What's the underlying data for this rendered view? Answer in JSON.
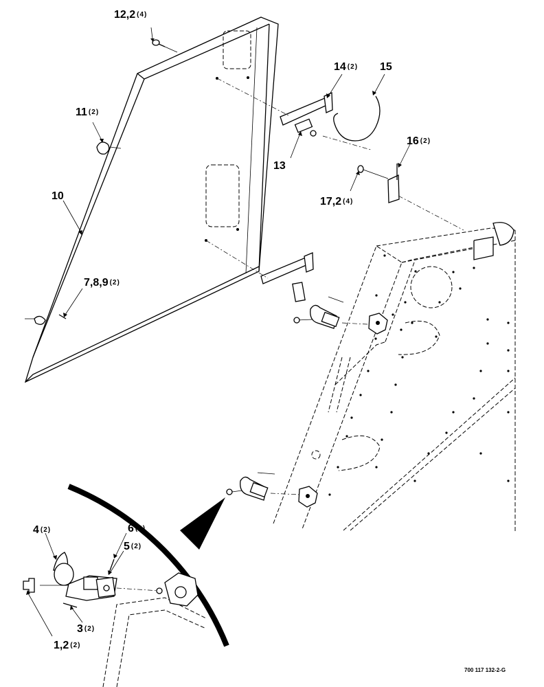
{
  "callouts": {
    "c12": {
      "num": "12,2",
      "qty": "(4)"
    },
    "c14": {
      "num": "14",
      "qty": "(2)"
    },
    "c15": {
      "num": "15",
      "qty": ""
    },
    "c11": {
      "num": "11",
      "qty": "(2)"
    },
    "c13": {
      "num": "13",
      "qty": ""
    },
    "c16": {
      "num": "16",
      "qty": "(2)"
    },
    "c17": {
      "num": "17,2",
      "qty": "(4)"
    },
    "c10": {
      "num": "10",
      "qty": ""
    },
    "c789": {
      "num": "7,8,9",
      "qty": "(2)"
    },
    "c4": {
      "num": "4",
      "qty": "(2)"
    },
    "c6": {
      "num": "6",
      "qty": "(2)"
    },
    "c5": {
      "num": "5",
      "qty": "(2)"
    },
    "c3": {
      "num": "3",
      "qty": "(2)"
    },
    "c12b": {
      "num": "1,2",
      "qty": "(2)"
    }
  },
  "reference_code": "700 117 132-2-G"
}
